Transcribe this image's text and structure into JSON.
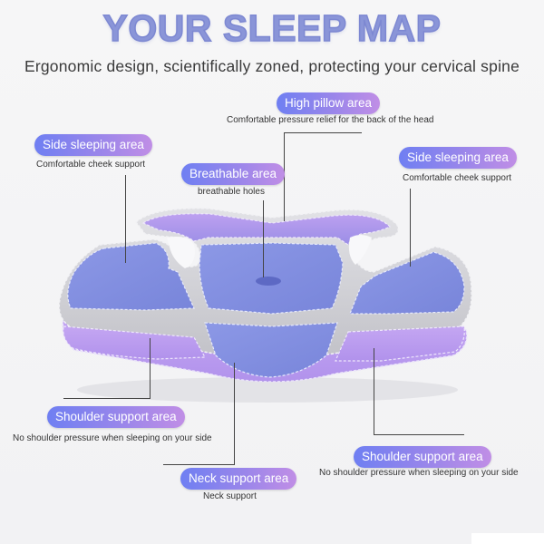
{
  "header": {
    "title": "YOUR SLEEP MAP",
    "subtitle": "Ergonomic design, scientifically zoned, protecting your cervical spine"
  },
  "colors": {
    "title": "#8a95d8",
    "pill_start": "#6f7ff2",
    "pill_end": "#c08ee6",
    "zone_blue": "#8593e0",
    "zone_purple": "#bb9af0",
    "frame_gray": "#cfcfd4"
  },
  "zones": {
    "high_pillow": {
      "label": "High pillow area",
      "description": "Comfortable pressure relief for the back of the head"
    },
    "side_left": {
      "label": "Side sleeping area",
      "description": "Comfortable cheek support"
    },
    "breathable": {
      "label": "Breathable area",
      "description": "breathable holes"
    },
    "side_right": {
      "label": "Side sleeping area",
      "description": "Comfortable cheek support"
    },
    "shoulder_left": {
      "label": "Shoulder support area",
      "description": "No shoulder pressure when sleeping on your side"
    },
    "shoulder_right": {
      "label": "Shoulder support area",
      "description": "No shoulder pressure when sleeping on your side"
    },
    "neck": {
      "label": "Neck support area",
      "description": "Neck support"
    }
  }
}
